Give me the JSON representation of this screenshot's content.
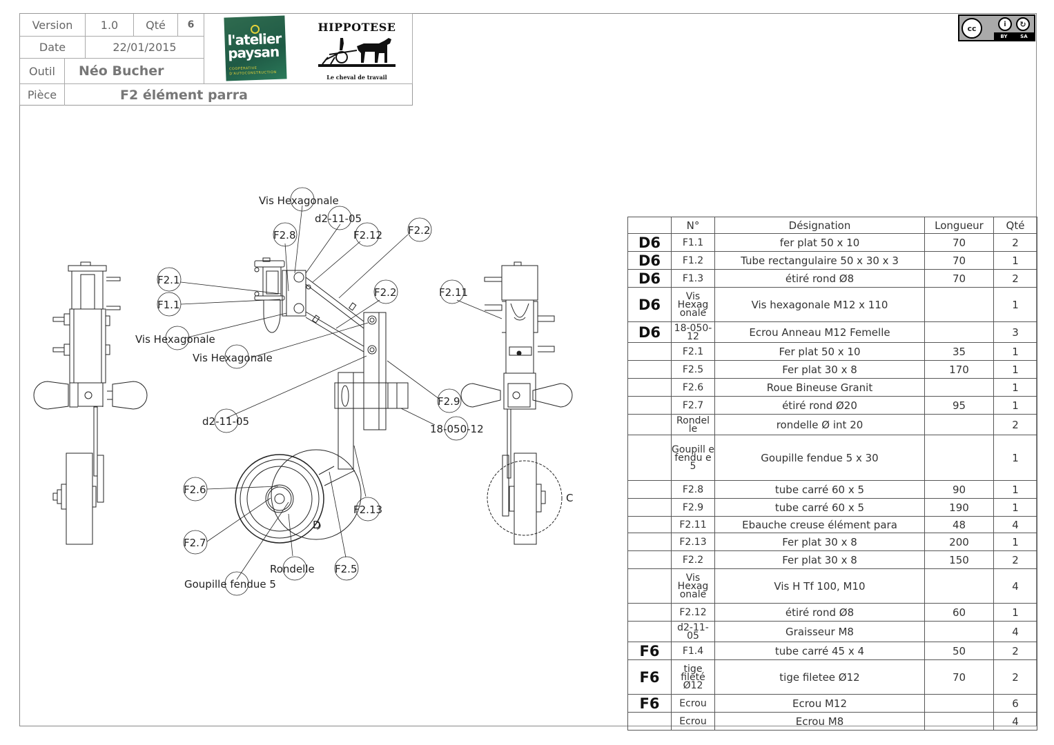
{
  "title_block": {
    "version_label": "Version",
    "version_value": "1.0",
    "qty_label": "Qté",
    "qty_value": "6",
    "date_label": "Date",
    "date_value": "22/01/2015",
    "tool_label": "Outil",
    "tool_value": "Néo Bucher",
    "part_label": "Pièce",
    "part_value": "F2 élément parra"
  },
  "logos": {
    "atelier_line1": "l'atelier",
    "atelier_line2": "paysan",
    "atelier_sub1": "COOPÉRATIVE",
    "atelier_sub2": "D'AUTOCONSTRUCTION",
    "hippotese_title": "HIPPOTESE",
    "hippotese_sub": "Le cheval de travail"
  },
  "license": {
    "cc": "cc",
    "by": "BY",
    "sa": "SA"
  },
  "bom": {
    "headers": [
      "",
      "N°",
      "Désignation",
      "Longueur",
      "Qté"
    ],
    "rows": [
      {
        "group": "D6",
        "no": "F1.1",
        "designation": "fer plat 50 x 10",
        "length": "70",
        "qty": "2"
      },
      {
        "group": "D6",
        "no": "F1.2",
        "designation": "Tube rectangulaire 50 x 30 x 3",
        "length": "70",
        "qty": "1"
      },
      {
        "group": "D6",
        "no": "F1.3",
        "designation": "étiré rond Ø8",
        "length": "70",
        "qty": "2"
      },
      {
        "group": "D6",
        "no": "Vis Hexag onale",
        "designation": "Vis hexagonale M12 x 110",
        "length": "",
        "qty": "1"
      },
      {
        "group": "D6",
        "no": "18-050-12",
        "designation": "Ecrou Anneau M12 Femelle",
        "length": "",
        "qty": "3"
      },
      {
        "group": "",
        "no": "F2.1",
        "designation": "Fer plat 50 x 10",
        "length": "35",
        "qty": "1"
      },
      {
        "group": "",
        "no": "F2.5",
        "designation": "Fer plat 30 x 8",
        "length": "170",
        "qty": "1"
      },
      {
        "group": "",
        "no": "F2.6",
        "designation": "Roue Bineuse Granit",
        "length": "",
        "qty": "1"
      },
      {
        "group": "",
        "no": "F2.7",
        "designation": "étiré rond Ø20",
        "length": "95",
        "qty": "1"
      },
      {
        "group": "",
        "no": "Rondel le",
        "designation": "rondelle Ø int 20",
        "length": "",
        "qty": "2"
      },
      {
        "group": "",
        "no": "Goupill e fendu e 5",
        "designation": "Goupille fendue 5 x 30",
        "length": "",
        "qty": "1"
      },
      {
        "group": "",
        "no": "F2.8",
        "designation": "tube carré 60 x 5",
        "length": "90",
        "qty": "1"
      },
      {
        "group": "",
        "no": "F2.9",
        "designation": "tube carré 60 x 5",
        "length": "190",
        "qty": "1"
      },
      {
        "group": "",
        "no": "F2.11",
        "designation": "Ebauche creuse élément para",
        "length": "48",
        "qty": "4"
      },
      {
        "group": "",
        "no": "F2.13",
        "designation": "Fer plat 30 x 8",
        "length": "200",
        "qty": "1"
      },
      {
        "group": "",
        "no": "F2.2",
        "designation": "Fer plat 30 x 8",
        "length": "150",
        "qty": "2"
      },
      {
        "group": "",
        "no": "Vis Hexag onale",
        "designation": "Vis H Tf 100, M10",
        "length": "",
        "qty": "4"
      },
      {
        "group": "",
        "no": "F2.12",
        "designation": "étiré rond Ø8",
        "length": "60",
        "qty": "1"
      },
      {
        "group": "",
        "no": "d2-11-05",
        "designation": "Graisseur M8",
        "length": "",
        "qty": "4"
      },
      {
        "group": "F6",
        "no": "F1.4",
        "designation": "tube carré 45 x 4",
        "length": "50",
        "qty": "2"
      },
      {
        "group": "F6",
        "no": "tige fileté Ø12",
        "designation": "tige filetee Ø12",
        "length": "70",
        "qty": "2"
      },
      {
        "group": "F6",
        "no": "Ecrou",
        "designation": "Ecrou M12",
        "length": "",
        "qty": "6"
      },
      {
        "group": "",
        "no": "Ecrou",
        "designation": "Ecrou M8",
        "length": "",
        "qty": "4"
      }
    ]
  },
  "callouts": {
    "vis_hex": "Vis Hexagonale",
    "d2_11_05": "d2-11-05",
    "f2_8": "F2.8",
    "f2_12": "F2.12",
    "f2_2": "F2.2",
    "f2_1": "F2.1",
    "f1_1": "F1.1",
    "f2_11": "F2.11",
    "f2_9": "F2.9",
    "ecrou_anneau": "18-050-12",
    "f2_6": "F2.6",
    "f2_7": "F2.7",
    "f2_13": "F2.13",
    "f2_5": "F2.5",
    "rondelle": "Rondelle",
    "goupille": "Goupille fendue 5",
    "detail_c": "C",
    "detail_d": "D"
  }
}
